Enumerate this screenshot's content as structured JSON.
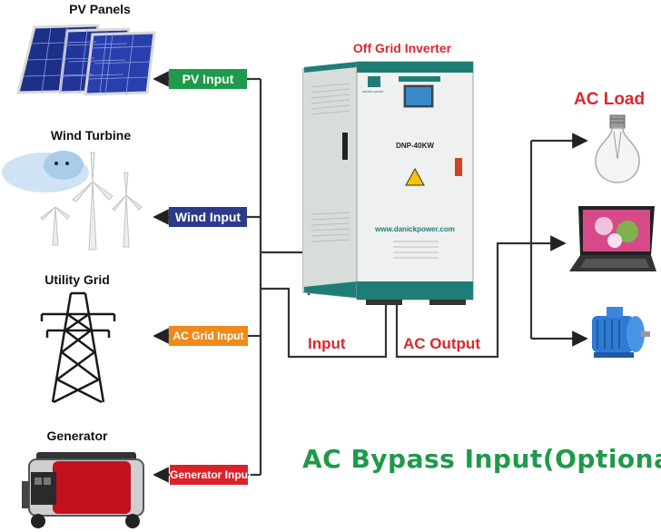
{
  "sources": {
    "pv": {
      "title": "PV Panels",
      "tag": "PV Input",
      "tag_color": "#1e9a4a"
    },
    "wind": {
      "title": "Wind Turbine",
      "tag": "Wind Input",
      "tag_color": "#2d3a8c"
    },
    "grid": {
      "title": "Utility Grid",
      "tag": "AC Grid Input",
      "tag_color": "#f08a1c"
    },
    "generator": {
      "title": "Generator",
      "tag": "Generator Input",
      "tag_color": "#d8232a"
    }
  },
  "inverter": {
    "title": "Off Grid Inverter",
    "model": "DNP-40KW",
    "website": "www.danickpower.com",
    "brand": "danick power",
    "body_color": "#e8ece9",
    "trim_color": "#1f7d78"
  },
  "connections": {
    "input_label": "Input",
    "output_label": "AC Output"
  },
  "loads": {
    "title": "AC Load",
    "items": [
      "light-bulb",
      "laptop",
      "electric-motor"
    ]
  },
  "bypass": "AC Bypass Input(Optional)"
}
